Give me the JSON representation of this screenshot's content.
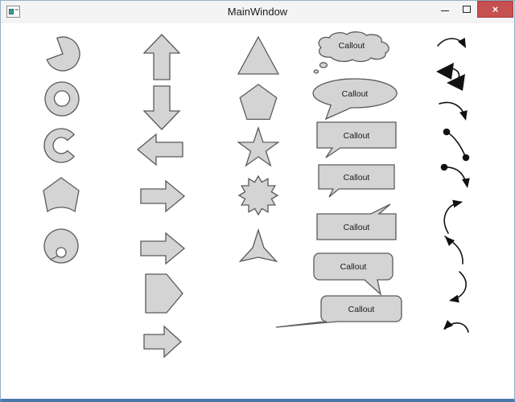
{
  "window": {
    "title": "MainWindow",
    "controls": {
      "close_glyph": "×"
    }
  },
  "callout_label": "Callout",
  "colors": {
    "shape_fill": "#d4d4d4",
    "shape_stroke": "#5a5a5a",
    "line_color": "#111111",
    "titlebar_bg": "#f4f4f4",
    "canvas_bg": "#ffffff",
    "window_border": "#94afc7",
    "window_border_bottom": "#4a78a8",
    "close_bg": "#c75050",
    "close_border": "#ab3c3c",
    "close_fg": "#ffffff",
    "title_fg": "#1a1a1a",
    "callout_text": "#1a1a1a"
  },
  "shapes": {
    "column1": [
      "pie",
      "donut",
      "block-arc",
      "pentagon-notch",
      "pie-with-hole"
    ],
    "column2": [
      "up-arrow",
      "down-arrow",
      "left-arrow",
      "right-arrow",
      "right-arrow",
      "pentagon-right",
      "right-arrow"
    ],
    "column3": [
      "triangle",
      "pentagon",
      "star-5",
      "burst-12",
      "star-3"
    ],
    "column4": [
      "cloud-callout",
      "oval-callout",
      "rect-callout",
      "rect-callout",
      "rect-callout",
      "rounded-callout",
      "rounded-callout"
    ],
    "column5": [
      "curve-arrow-se",
      "double-arrow-left",
      "curve-arrow-down",
      "dot-connector",
      "dot-curve-arrow",
      "curve-arrow-up",
      "arrow-up-left-curve",
      "curve-arrow-sw",
      "arrow-left-curve"
    ]
  }
}
